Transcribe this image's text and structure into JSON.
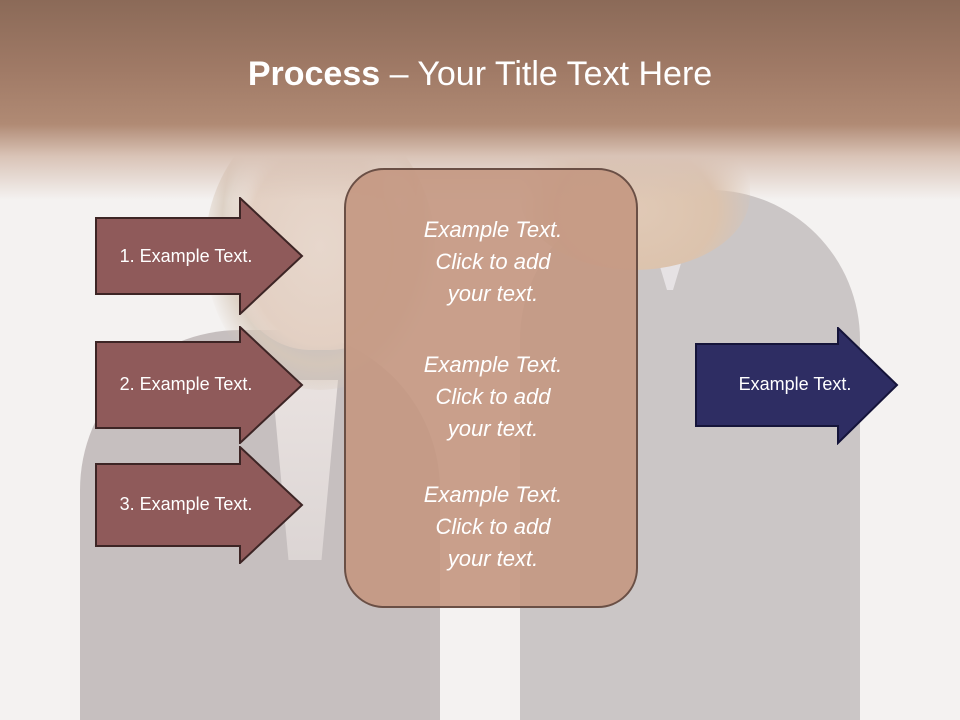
{
  "slide": {
    "title_bold": "Process",
    "title_rest": " – Your Title Text Here"
  },
  "left_arrows": [
    {
      "label": "1. Example Text."
    },
    {
      "label": "2. Example Text."
    },
    {
      "label": "3. Example Text."
    }
  ],
  "center_panel": {
    "blocks": [
      {
        "line1": "Example Text.",
        "line2": "Click  to add",
        "line3": "your text."
      },
      {
        "line1": "Example Text.",
        "line2": "Click  to add",
        "line3": "your text."
      },
      {
        "line1": "Example Text.",
        "line2": "Click  to add",
        "line3": "your text."
      }
    ]
  },
  "right_arrow": {
    "label": "Example Text."
  },
  "colors": {
    "header": "#a07a66",
    "left_arrow_fill": "#8f5a5a",
    "panel_fill": "#c49882",
    "right_arrow_fill": "#2e2d63"
  }
}
